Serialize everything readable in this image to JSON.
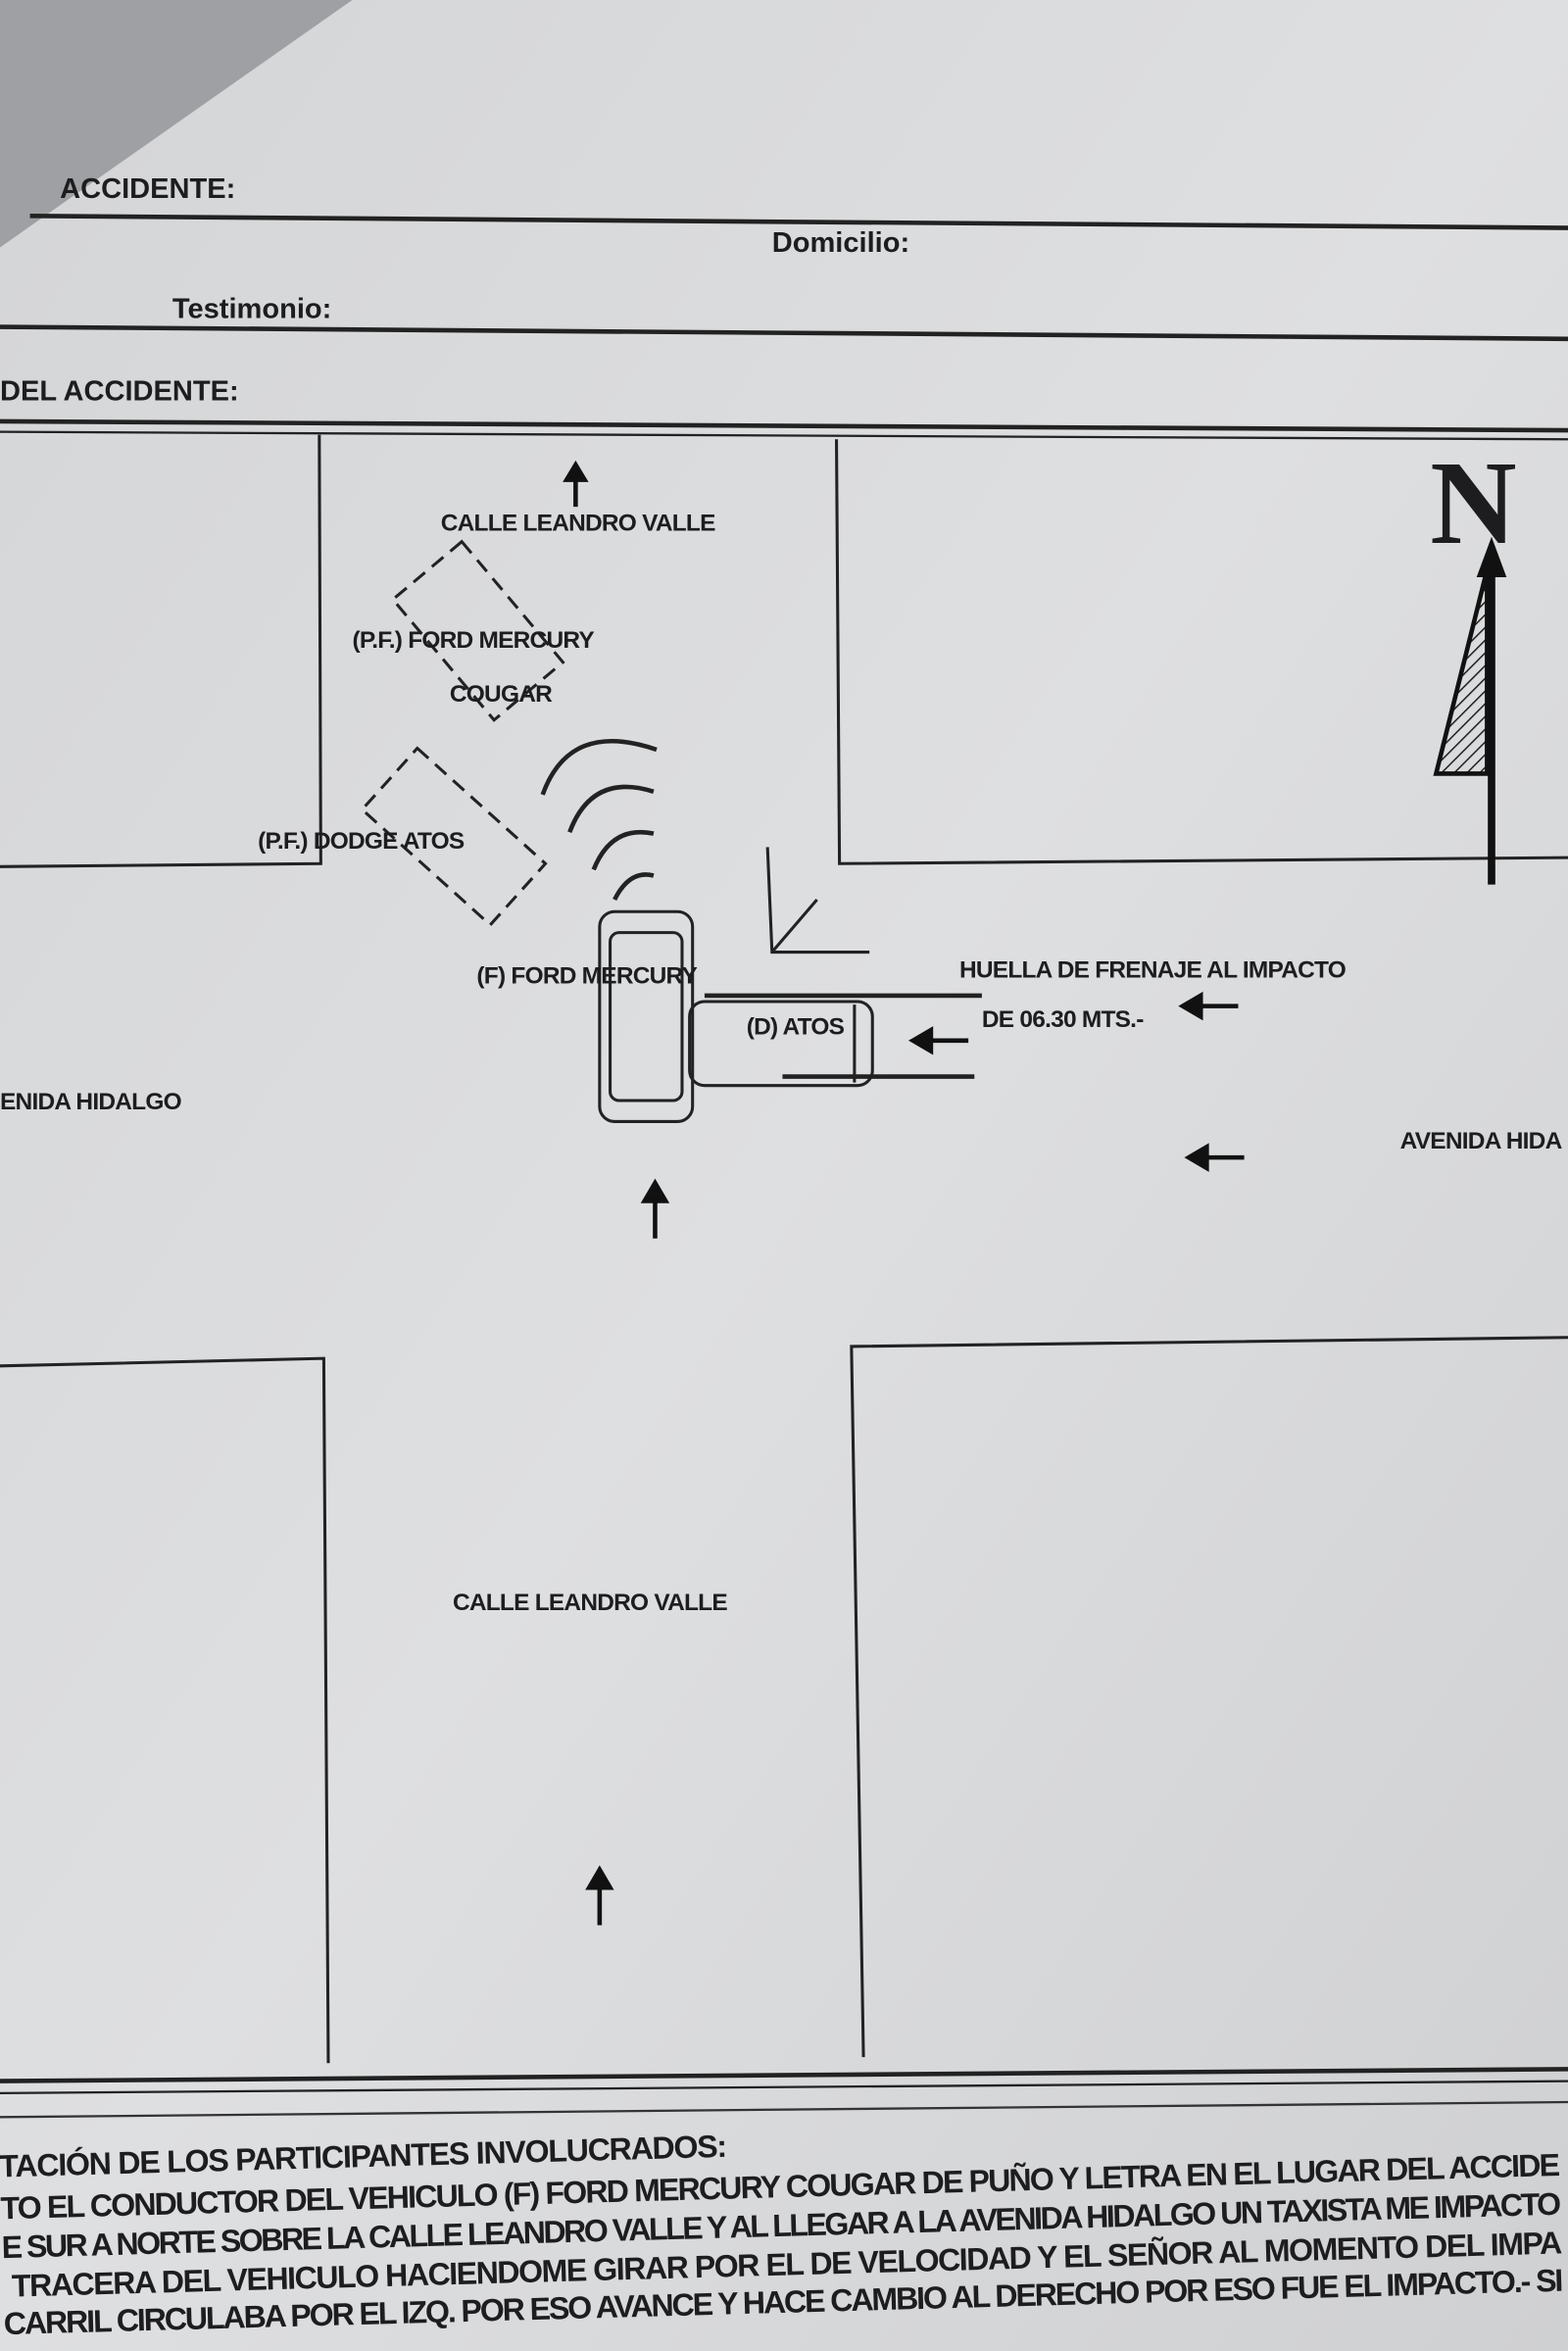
{
  "header": {
    "accidente_label": "ACCIDENTE:",
    "domicilio_label": "Domicilio:",
    "testimonio_label": "Testimonio:",
    "del_accidente_label": "DEL ACCIDENTE:"
  },
  "diagram": {
    "north_label": "N",
    "street_top": "CALLE LEANDRO VALLE",
    "street_bottom": "CALLE LEANDRO VALLE",
    "avenue_left": "ENIDA HIDALGO",
    "avenue_right": "AVENIDA HIDA",
    "vehicle_pf_cougar_line1": "(P.F.) FORD MERCURY",
    "vehicle_pf_cougar_line2": "COUGAR",
    "vehicle_pf_atos": "(P.F.) DODGE ATOS",
    "vehicle_f": "(F) FORD MERCURY",
    "vehicle_d": "(D) ATOS",
    "skid_line1": "HUELLA DE FRENAJE AL IMPACTO",
    "skid_line2": "DE 06.30 MTS.-"
  },
  "statement": {
    "title": "TACIÓN DE LOS PARTICIPANTES INVOLUCRADOS:",
    "lines": [
      "TO EL CONDUCTOR DEL VEHICULO (F) FORD MERCURY COUGAR DE PUÑO Y LETRA EN EL LUGAR DEL ACCIDE",
      "E SUR A NORTE SOBRE LA CALLE LEANDRO VALLE Y AL LLEGAR A LA AVENIDA HIDALGO UN TAXISTA ME IMPACTO",
      "TRACERA DEL VEHICULO HACIENDOME GIRAR POR EL DE VELOCIDAD Y EL SEÑOR AL MOMENTO DEL IMPA",
      "CARRIL CIRCULABA POR EL IZQ. POR ESO AVANCE Y HACE CAMBIO AL DERECHO POR ESO FUE EL IMPACTO.- SI"
    ]
  }
}
